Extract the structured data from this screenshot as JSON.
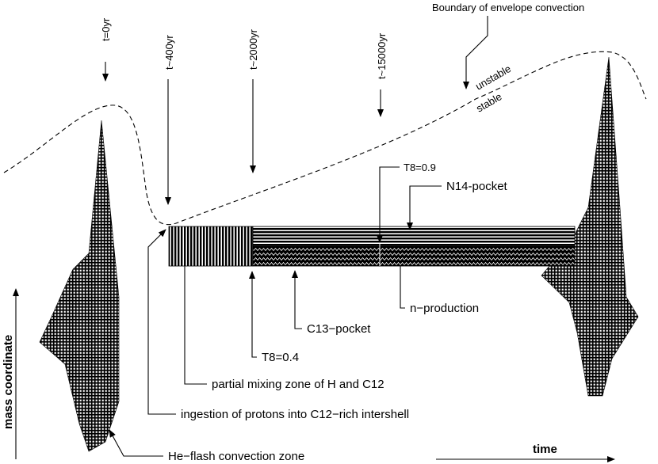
{
  "labels": {
    "boundary": "Boundary of envelope convection",
    "unstable": "unstable",
    "stable": "stable",
    "t0": "t=0yr",
    "t400": "t~400yr",
    "t2000": "t~2000yr",
    "t15000": "t~15000yr",
    "t8_09": "T8=0.9",
    "n14": "N14-pocket",
    "nprod": "n−production",
    "c13": "C13−pocket",
    "t8_04": "T8=0.4",
    "partial": "partial mixing zone of H and C12",
    "ingestion": "ingestion of protons into C12−rich intershell",
    "heflash": "He−flash convection zone",
    "mass_axis": "mass coordinate",
    "time_axis": "time"
  },
  "colors": {
    "ink": "#000000",
    "paper": "#ffffff"
  }
}
